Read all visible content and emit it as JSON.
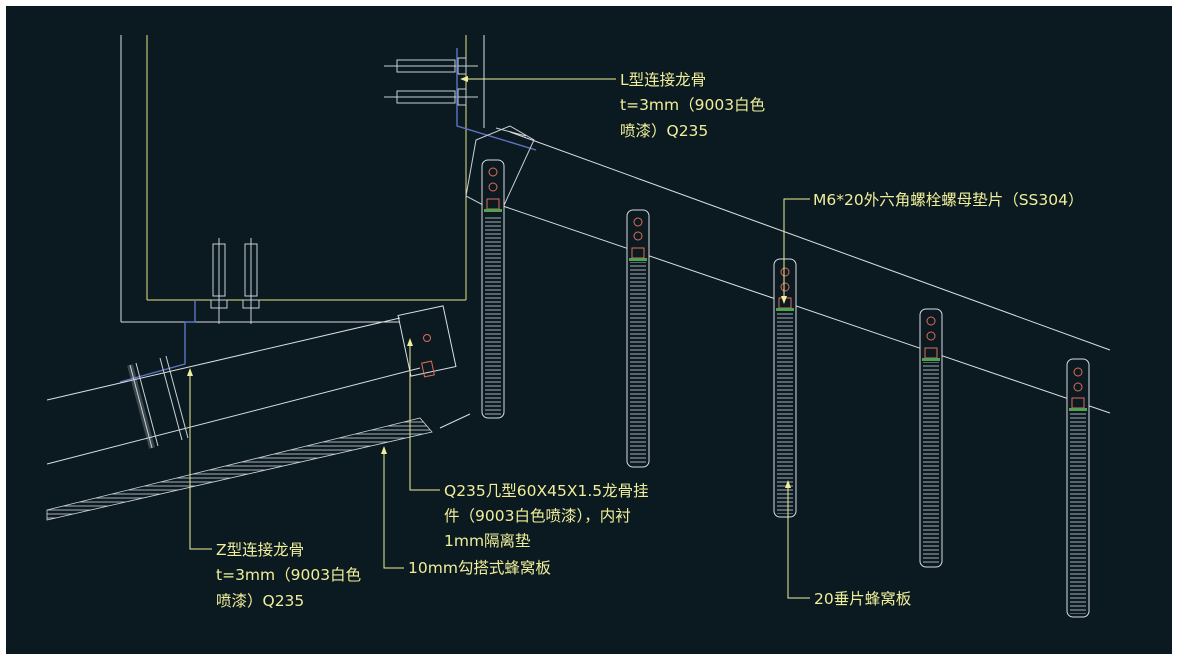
{
  "labels": {
    "l_connector": {
      "line1": "L型连接龙骨",
      "line2": "t=3mm（9003白色",
      "line3": "喷漆）Q235"
    },
    "bolt": {
      "line1": "M6*20外六角螺栓螺母垫片（SS304）"
    },
    "hanger": {
      "line1": "Q235几型60X45X1.5龙骨挂",
      "line2": "件（9003白色喷漆），内衬",
      "line3": "1mm隔离垫"
    },
    "z_connector": {
      "line1": "Z型连接龙骨",
      "line2": "t=3mm（9003白色",
      "line3": "喷漆）Q235"
    },
    "honeycomb_board": {
      "line1": "10mm勾搭式蜂窝板"
    },
    "fin_board": {
      "line1": "20垂片蜂窝板"
    }
  },
  "colors": {
    "background": "#0b1a20",
    "annotation": "#f0ee9a",
    "line": "#d8dde0",
    "connector": "#5e74c4",
    "bolt": "#e06a5a",
    "pad": "#4fa24f"
  }
}
